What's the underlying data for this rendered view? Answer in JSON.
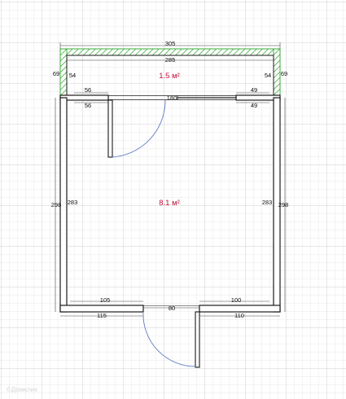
{
  "colors": {
    "grid_minor": "#eaeaea",
    "grid_major": "#cfcfcf",
    "wall": "#1a1a1a",
    "wall_fill": "#ffffff",
    "balcony_hatch": "#3cad3c",
    "area_text": "#c8103e",
    "door_arc": "#6f86c9"
  },
  "areas": {
    "balcony": "1.5 м²",
    "room": "8.1 м²"
  },
  "dimensions": {
    "top_outer": "305",
    "top_inner": "285",
    "left_balcony_outer": "69",
    "left_balcony_inner": "54",
    "right_balcony_outer": "69",
    "right_balcony_inner": "54",
    "partition_left_top": "56",
    "partition_left_bottom": "56",
    "partition_right_top": "49",
    "partition_right_bottom": "49",
    "opening": "180",
    "left_outer": "298",
    "left_inner": "283",
    "right_inner": "283",
    "right_outer": "298",
    "bottom_left_inner": "105",
    "bottom_left_outer": "115",
    "door_width": "80",
    "bottom_right_inner": "100",
    "bottom_right_outer": "110"
  },
  "watermark": "©Домклик"
}
